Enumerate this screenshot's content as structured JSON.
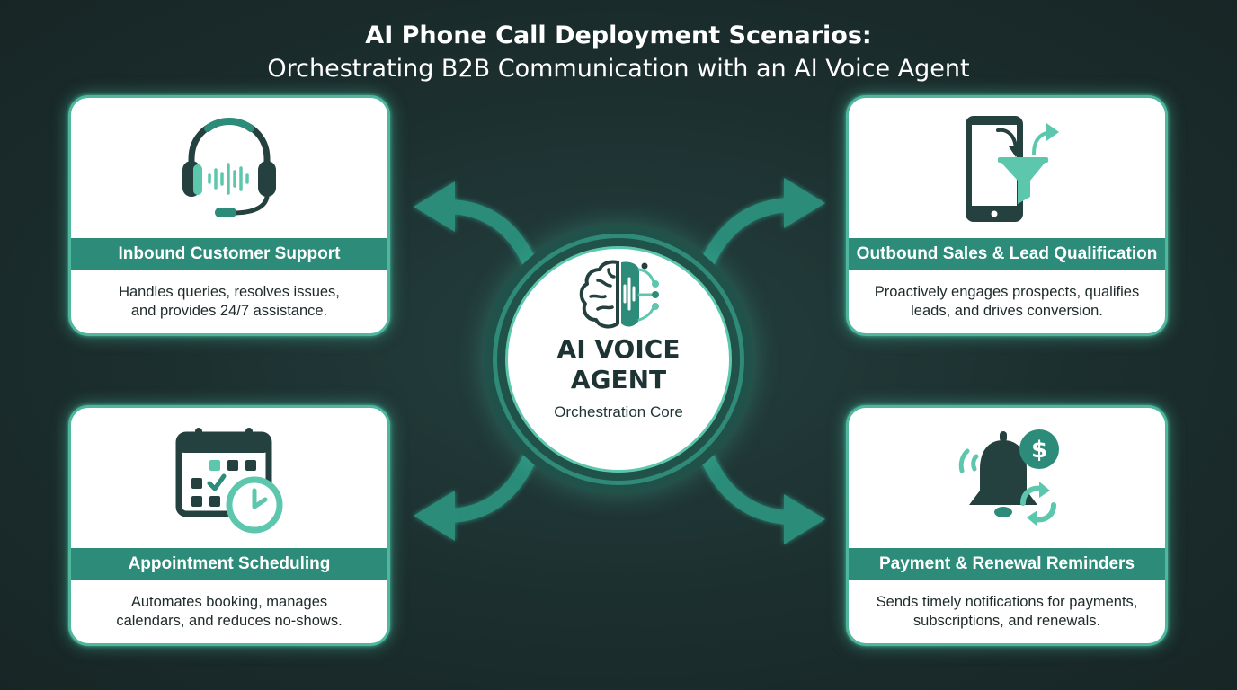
{
  "title": {
    "line1": "AI Phone Call Deployment Scenarios:",
    "line2": "Orchestrating B2B Communication with an AI Voice Agent"
  },
  "core": {
    "title_line1": "AI VOICE",
    "title_line2": "AGENT",
    "subtitle": "Orchestration Core",
    "icon": "brain-waveform-icon"
  },
  "cards": [
    {
      "label": "Inbound Customer Support",
      "desc_line1": "Handles queries, resolves issues,",
      "desc_line2": "and provides 24/7 assistance.",
      "icon": "headset-icon"
    },
    {
      "label": "Outbound Sales & Lead Qualification",
      "desc_line1": "Proactively engages prospects, qualifies",
      "desc_line2": "leads, and drives conversion.",
      "icon": "phone-funnel-icon"
    },
    {
      "label": "Appointment Scheduling",
      "desc_line1": "Automates booking, manages",
      "desc_line2": "calendars, and reduces no-shows.",
      "icon": "calendar-clock-icon"
    },
    {
      "label": "Payment & Renewal Reminders",
      "desc_line1": "Sends timely notifications for payments,",
      "desc_line2": "subscriptions, and renewals.",
      "icon": "bell-dollar-icon"
    }
  ],
  "colors": {
    "background": "#1c2e2e",
    "accent": "#2c8c79",
    "accent_light": "#5cc7ad",
    "dark_icon": "#24403f"
  }
}
